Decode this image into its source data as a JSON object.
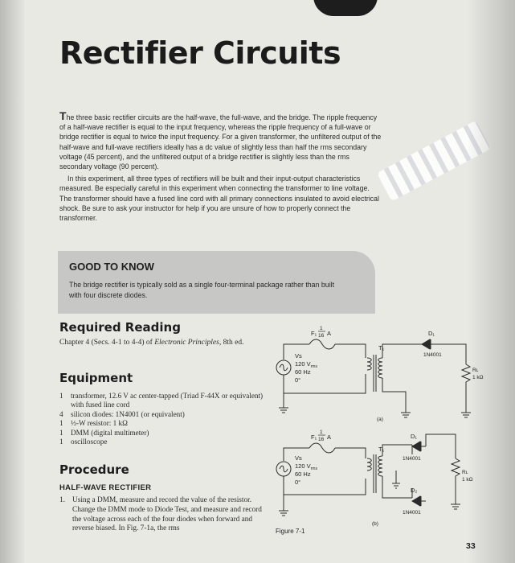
{
  "title": "Rectifier Circuits",
  "intro": {
    "dropcap": "T",
    "paragraph1": "he three basic rectifier circuits are the half-wave, the full-wave, and the bridge. The ripple frequency of a half-wave rectifier is equal to the input frequency, whereas the ripple frequency of a full-wave or bridge rectifier is equal to twice the input frequency. For a given transformer, the unfiltered output of the half-wave and full-wave rectifiers ideally has a dc value of slightly less than half the rms secondary voltage (45 percent), and the unfiltered output of a bridge rectifier is slightly less than the rms secondary voltage (90 percent).",
    "paragraph2": "In this experiment, all three types of rectifiers will be built and their input-output characteristics measured. Be especially careful in this experiment when connecting the transformer to line voltage. The transformer should have a fused line cord with all primary connections insulated to avoid electrical shock. Be sure to ask your instructor for help if you are unsure of how to properly connect the transformer."
  },
  "good_to_know": {
    "heading": "GOOD TO KNOW",
    "text": "The bridge rectifier is typically sold as a single four-terminal package rather than built with four discrete diodes."
  },
  "required_reading": {
    "heading": "Required Reading",
    "text_before": "Chapter 4 (Secs. 4-1 to 4-4) of ",
    "book_title": "Electronic Principles",
    "text_after": ", 8th ed."
  },
  "equipment": {
    "heading": "Equipment",
    "items": [
      {
        "qty": "1",
        "desc": "transformer, 12.6 V ac center-tapped (Triad F-44X or equivalent) with fused line cord"
      },
      {
        "qty": "4",
        "desc": "silicon diodes: 1N4001 (or equivalent)"
      },
      {
        "qty": "1",
        "desc": "½-W resistor: 1 kΩ"
      },
      {
        "qty": "1",
        "desc": "DMM (digital multimeter)"
      },
      {
        "qty": "1",
        "desc": "oscilloscope"
      }
    ]
  },
  "procedure": {
    "heading": "Procedure",
    "subheading": "HALF-WAVE RECTIFIER",
    "step_number": "1.",
    "step_text": "Using a DMM, measure and record the value of the resistor. Change the DMM mode to Diode Test, and measure and record the voltage across each of the four diodes when forward and reverse biased. In Fig. 7-1a, the rms"
  },
  "figure": {
    "caption": "Figure 7-1",
    "fuse_label": "F₁",
    "fuse_value_num": "1",
    "fuse_value_den": "16",
    "fuse_unit": "A",
    "source_name": "Vs",
    "source_voltage": "120 V",
    "source_voltage_sub": "rms",
    "source_freq": "60 Hz",
    "source_phase": "0°",
    "transformer_label": "T₁",
    "diode1_label": "D₁",
    "diode2_label": "D₂",
    "diode_part": "1N4001",
    "resistor_label": "Rʟ",
    "resistor_value": "1 kΩ",
    "sub_a": "(a)",
    "sub_b": "(b)"
  },
  "page_number": "33",
  "colors": {
    "page": "#e9e9e4",
    "text": "#2a2a2a",
    "callout": "#c7c7c5"
  }
}
